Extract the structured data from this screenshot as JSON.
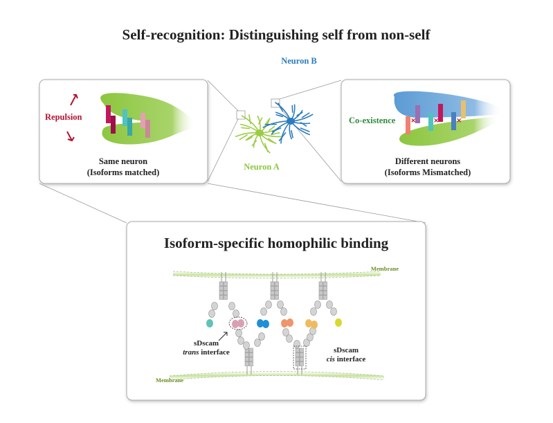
{
  "title": "Self-recognition: Distinguishing self from non-self",
  "left_panel": {
    "effect_label": "Repulsion",
    "caption_line1": "Same neuron",
    "caption_line2": "(Isoforms matched)"
  },
  "right_panel": {
    "effect_label": "Co-existence",
    "caption_line1": "Different neurons",
    "caption_line2": "(Isoforms Mismatched)"
  },
  "neurons": {
    "a_label": "Neuron A",
    "b_label": "Neuron B"
  },
  "bottom_panel": {
    "title": "Isoform-specific homophilic binding",
    "membrane_top": "Membrane",
    "membrane_bottom": "Membrane",
    "trans_line1": "sDscam",
    "trans_italic": "trans",
    "trans_rest": " interface",
    "cis_line1": "sDscam",
    "cis_italic": "cis",
    "cis_rest": " interface"
  },
  "colors": {
    "repulsion": "#b3122e",
    "coexistence": "#2e8b3a",
    "neuron_a": "#8cc63f",
    "neuron_b": "#2b7bbf",
    "membrane_label": "#6b8e23"
  }
}
